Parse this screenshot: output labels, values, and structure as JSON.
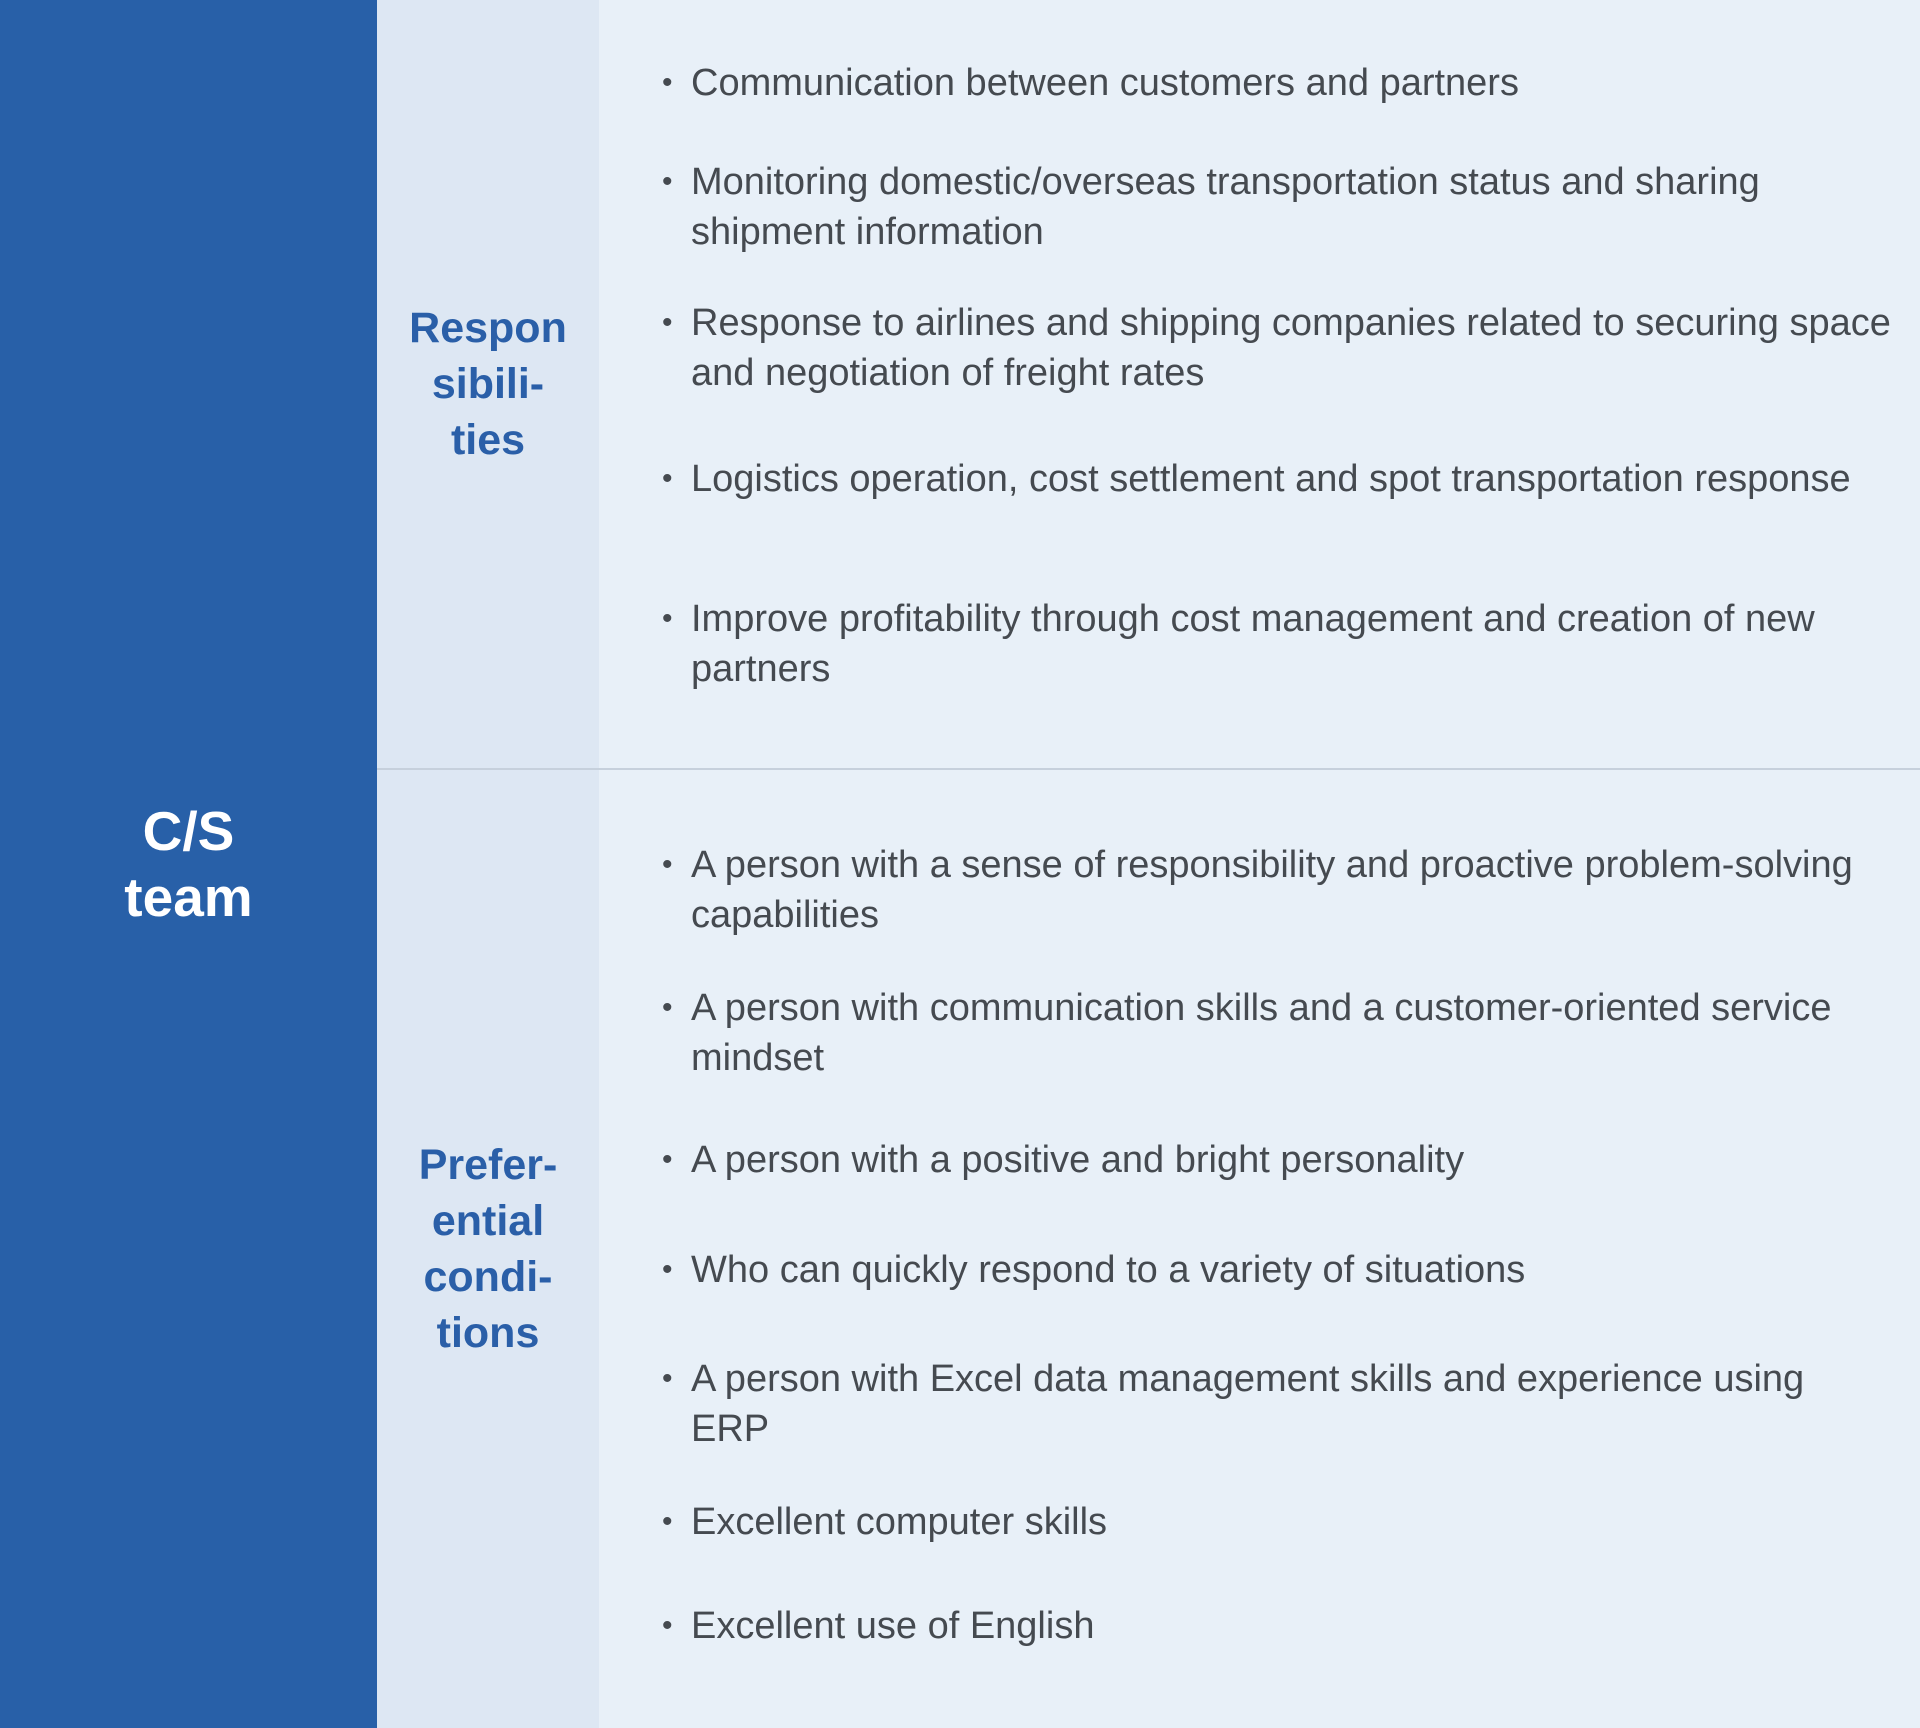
{
  "team": {
    "label": "C/S\nteam"
  },
  "sections": [
    {
      "label": "Respon\nsibili-\nties",
      "items": [
        "Communication between customers and partners",
        "Monitoring domestic/overseas transportation status and sharing shipment information",
        "Response to airlines and shipping companies related to securing space and negotiation of freight rates",
        "Logistics operation, cost settlement and spot transportation response",
        "Improve profitability through cost management and creation of new partners"
      ]
    },
    {
      "label": "Prefer-\nential\ncondi-\ntions",
      "items": [
        "A person with a sense of responsibility and proactive problem-solving capabilities",
        "A person with communication skills and a customer-oriented service mindset",
        "A person with a positive and bright personality",
        "Who can quickly respond to a variety of situations",
        "A person with Excel data management skills and experience using ERP",
        "Excellent computer skills",
        "Excellent use of English"
      ]
    }
  ]
}
